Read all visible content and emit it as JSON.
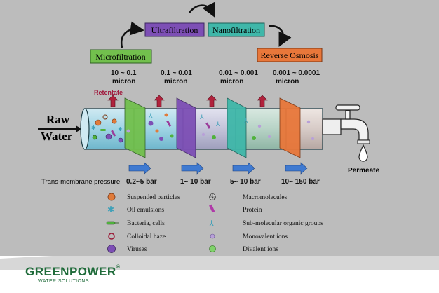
{
  "stages": [
    {
      "name": "Microfiltration",
      "range": "10 ~ 0.1",
      "unit": "micron",
      "pressure": "0.2~5 bar",
      "color": "#72c04d"
    },
    {
      "name": "Ultrafiltration",
      "range": "0.1 ~ 0.01",
      "unit": "micron",
      "pressure": "1~ 10 bar",
      "color": "#7d4fb5"
    },
    {
      "name": "Nanofiltration",
      "range": "0.01 ~ 0.001",
      "unit": "micron",
      "pressure": "5~ 10 bar",
      "color": "#3fb7a9"
    },
    {
      "name": "Reverse Osmosis",
      "range": "0.001 ~ 0.0001",
      "unit": "micron",
      "pressure": "10~ 150 bar",
      "color": "#e8773a"
    }
  ],
  "labels": {
    "raw_water_line1": "Raw",
    "raw_water_line2": "Water",
    "retentate": "Retentate",
    "permeate": "Permeate",
    "tmp": "Trans-membrane pressure:"
  },
  "legend_left": [
    {
      "label": "Suspended particles",
      "icon": "suspended-particle-icon"
    },
    {
      "label": "Oil emulsions",
      "icon": "oil-emulsion-icon"
    },
    {
      "label": "Bacteria, cells",
      "icon": "bacteria-icon"
    },
    {
      "label": "Colloidal haze",
      "icon": "colloidal-haze-icon"
    },
    {
      "label": "Viruses",
      "icon": "virus-icon"
    }
  ],
  "legend_right": [
    {
      "label": "Macromolecules",
      "icon": "macromolecule-icon"
    },
    {
      "label": "Protein",
      "icon": "protein-icon"
    },
    {
      "label": "Sub-molecular organic groups",
      "icon": "organic-group-icon"
    },
    {
      "label": "Monovalent ions",
      "icon": "monovalent-ion-icon"
    },
    {
      "label": "Divalent ions",
      "icon": "divalent-ion-icon"
    }
  ],
  "brand": {
    "name": "GREENPOWER",
    "reg": "®",
    "tagline": "WATER SOLUTIONS",
    "color": "#1f6b3a"
  }
}
